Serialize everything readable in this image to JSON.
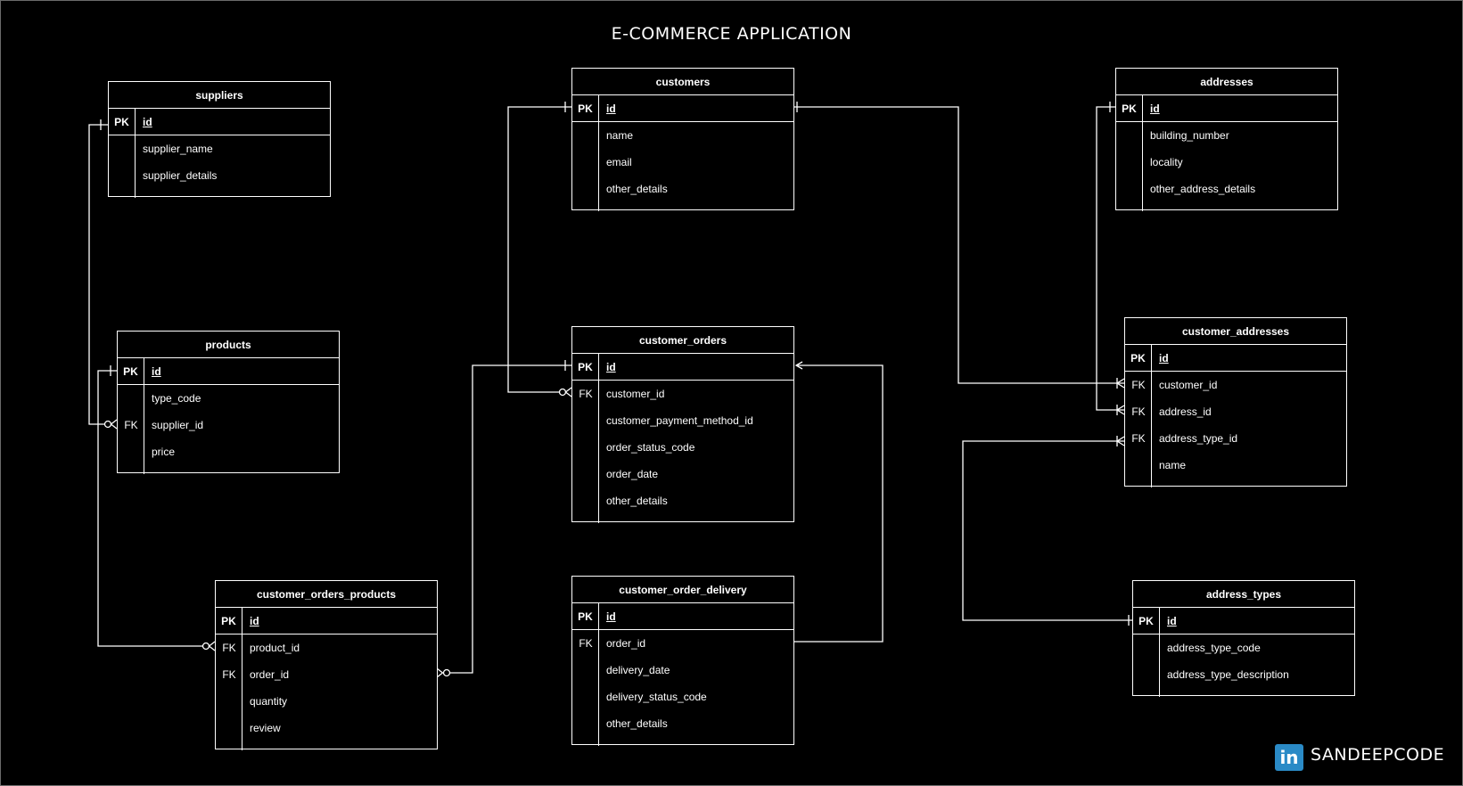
{
  "title": "E-COMMERCE APPLICATION",
  "branding": {
    "logo_icon": "linkedin-icon",
    "logo_text": "in",
    "handle": "SANDEEPCODE",
    "logo_color": "#2a8ac6"
  },
  "tables": {
    "suppliers": {
      "name": "suppliers",
      "pk": "id",
      "pk_label": "PK",
      "rows": [
        {
          "key": "",
          "name": "supplier_name"
        },
        {
          "key": "",
          "name": "supplier_details"
        }
      ]
    },
    "customers": {
      "name": "customers",
      "pk": "id",
      "pk_label": "PK",
      "rows": [
        {
          "key": "",
          "name": "name"
        },
        {
          "key": "",
          "name": "email"
        },
        {
          "key": "",
          "name": "other_details"
        }
      ]
    },
    "addresses": {
      "name": "addresses",
      "pk": "id",
      "pk_label": "PK",
      "rows": [
        {
          "key": "",
          "name": "building_number"
        },
        {
          "key": "",
          "name": "locality"
        },
        {
          "key": "",
          "name": "other_address_details"
        }
      ]
    },
    "products": {
      "name": "products",
      "pk": "id",
      "pk_label": "PK",
      "rows": [
        {
          "key": "",
          "name": "type_code"
        },
        {
          "key": "FK",
          "name": "supplier_id"
        },
        {
          "key": "",
          "name": "price"
        }
      ]
    },
    "customer_orders": {
      "name": "customer_orders",
      "pk": "id",
      "pk_label": "PK",
      "rows": [
        {
          "key": "FK",
          "name": "customer_id"
        },
        {
          "key": "",
          "name": "customer_payment_method_id"
        },
        {
          "key": "",
          "name": "order_status_code"
        },
        {
          "key": "",
          "name": "order_date"
        },
        {
          "key": "",
          "name": "other_details"
        }
      ]
    },
    "customer_addresses": {
      "name": "customer_addresses",
      "pk": "id",
      "pk_label": "PK",
      "rows": [
        {
          "key": "FK",
          "name": "customer_id"
        },
        {
          "key": "FK",
          "name": "address_id"
        },
        {
          "key": "FK",
          "name": "address_type_id"
        },
        {
          "key": "",
          "name": "name"
        }
      ]
    },
    "customer_orders_products": {
      "name": "customer_orders_products",
      "pk": "id",
      "pk_label": "PK",
      "rows": [
        {
          "key": "FK",
          "name": "product_id"
        },
        {
          "key": "FK",
          "name": "order_id"
        },
        {
          "key": "",
          "name": "quantity"
        },
        {
          "key": "",
          "name": "review"
        }
      ]
    },
    "customer_order_delivery": {
      "name": "customer_order_delivery",
      "pk": "id",
      "pk_label": "PK",
      "rows": [
        {
          "key": "FK",
          "name": "order_id"
        },
        {
          "key": "",
          "name": "delivery_date"
        },
        {
          "key": "",
          "name": "delivery_status_code"
        },
        {
          "key": "",
          "name": "other_details"
        }
      ]
    },
    "address_types": {
      "name": "address_types",
      "pk": "id",
      "pk_label": "PK",
      "rows": [
        {
          "key": "",
          "name": "address_type_code"
        },
        {
          "key": "",
          "name": "address_type_description"
        }
      ]
    }
  },
  "relationships": [
    {
      "from": "suppliers.id",
      "to": "products.supplier_id",
      "cardinality": "one-to-zero-or-many"
    },
    {
      "from": "products.id",
      "to": "customer_orders_products.product_id",
      "cardinality": "one-to-zero-or-many"
    },
    {
      "from": "customer_orders.id",
      "to": "customer_orders_products.order_id",
      "cardinality": "one-to-zero-or-many"
    },
    {
      "from": "customers.id",
      "to": "customer_orders.customer_id",
      "cardinality": "one-to-zero-or-many"
    },
    {
      "from": "customer_orders.id",
      "to": "customer_order_delivery.order_id",
      "cardinality": "arrow"
    },
    {
      "from": "customers.id",
      "to": "customer_addresses.customer_id",
      "cardinality": "one-to-one-or-many"
    },
    {
      "from": "addresses.id",
      "to": "customer_addresses.address_id",
      "cardinality": "one-to-one-or-many"
    },
    {
      "from": "address_types.id",
      "to": "customer_addresses.address_type_id",
      "cardinality": "one-to-one-or-many"
    }
  ]
}
